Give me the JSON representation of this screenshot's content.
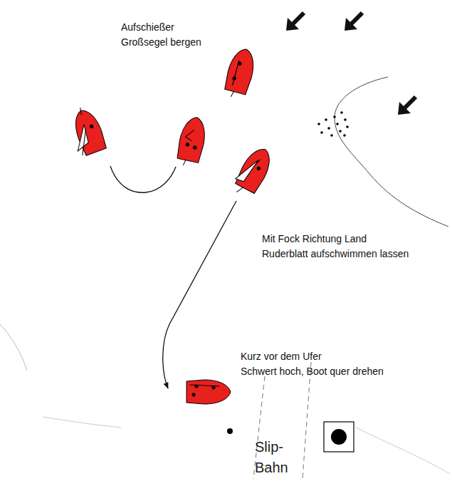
{
  "diagram": {
    "labels": [
      "Aufschießer Großsegel bergen",
      "Mit Fock Richtung Land Ruderblatt aufschwimmen lassen",
      "Kurz vor dem Ufer Schwert hoch, Boot quer drehen",
      "Slip- Bahn"
    ]
  }
}
